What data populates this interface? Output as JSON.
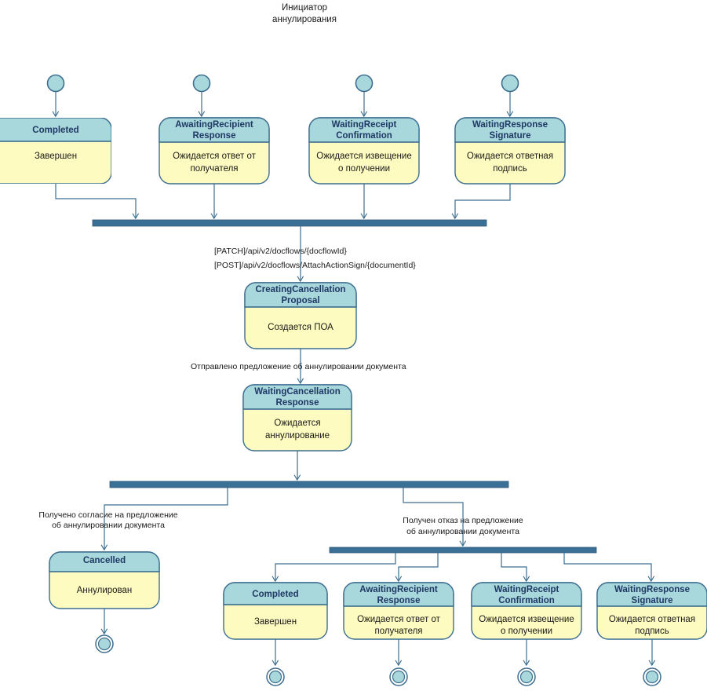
{
  "diagram": {
    "kind": "uml-state-diagram",
    "swimlane_title_line1": "Инициатор",
    "swimlane_title_line2": "аннулирования",
    "colors": {
      "header_fill": "#a8d8dc",
      "body_fill": "#fdfbbf",
      "stroke": "#3d6e8f",
      "bar_fill": "#3b7096",
      "initial_fill": "#a8d8dc",
      "text_title": "#1f3864",
      "text_body": "#1a1a1a",
      "background": "#ffffff"
    }
  },
  "top_states": [
    {
      "name": "state-completed-top",
      "title": "Completed",
      "desc_lines": [
        "Завершен"
      ]
    },
    {
      "name": "state-awaiting-recipient-response-top",
      "title_lines": [
        "AwaitingRecipient",
        "Response"
      ],
      "desc_lines": [
        "Ожидается ответ от",
        "получателя"
      ]
    },
    {
      "name": "state-waiting-receipt-confirmation-top",
      "title_lines": [
        "WaitingReceipt",
        "Confirmation"
      ],
      "desc_lines": [
        "Ожидается извещение",
        "о получении"
      ]
    },
    {
      "name": "state-waiting-response-signature-top",
      "title_lines": [
        "WaitingResponse",
        "Signature"
      ],
      "desc_lines": [
        "Ожидается ответная",
        "подпись"
      ]
    }
  ],
  "mid_states": [
    {
      "name": "state-creating-cancellation-proposal",
      "title_lines": [
        "CreatingCancellation",
        "Proposal"
      ],
      "desc_lines": [
        "Создается ПОА"
      ]
    },
    {
      "name": "state-waiting-cancellation-response",
      "title_lines": [
        "WaitingCancellation",
        "Response"
      ],
      "desc_lines": [
        "Ожидается",
        "аннулирование"
      ]
    }
  ],
  "cancelled_state": {
    "name": "state-cancelled",
    "title": "Cancelled",
    "desc_lines": [
      "Аннулирован"
    ]
  },
  "bottom_states": [
    {
      "name": "state-completed-bottom",
      "title": "Completed",
      "desc_lines": [
        "Завершен"
      ]
    },
    {
      "name": "state-awaiting-recipient-response-bottom",
      "title_lines": [
        "AwaitingRecipient",
        "Response"
      ],
      "desc_lines": [
        "Ожидается ответ от",
        "получателя"
      ]
    },
    {
      "name": "state-waiting-receipt-confirmation-bottom",
      "title_lines": [
        "WaitingReceipt",
        "Confirmation"
      ],
      "desc_lines": [
        "Ожидается извещение",
        "о получении"
      ]
    },
    {
      "name": "state-waiting-response-signature-bottom",
      "title_lines": [
        "WaitingResponse",
        "Signature"
      ],
      "desc_lines": [
        "Ожидается ответная",
        "подпись"
      ]
    }
  ],
  "edge_labels": {
    "api_patch": "[PATCH]/api/v2/docflows/{docflowId}",
    "api_post": "[POST]/api/v2/docflows/AttachActionSign/{documentId}",
    "proposal_sent": "Отправлено предложение об аннулировании документа",
    "consent_line1": "Получено согласие на предложение",
    "consent_line2": "об аннулировании документа",
    "refusal_line1": "Получен отказ на предложение",
    "refusal_line2": "об аннулировании документа"
  }
}
